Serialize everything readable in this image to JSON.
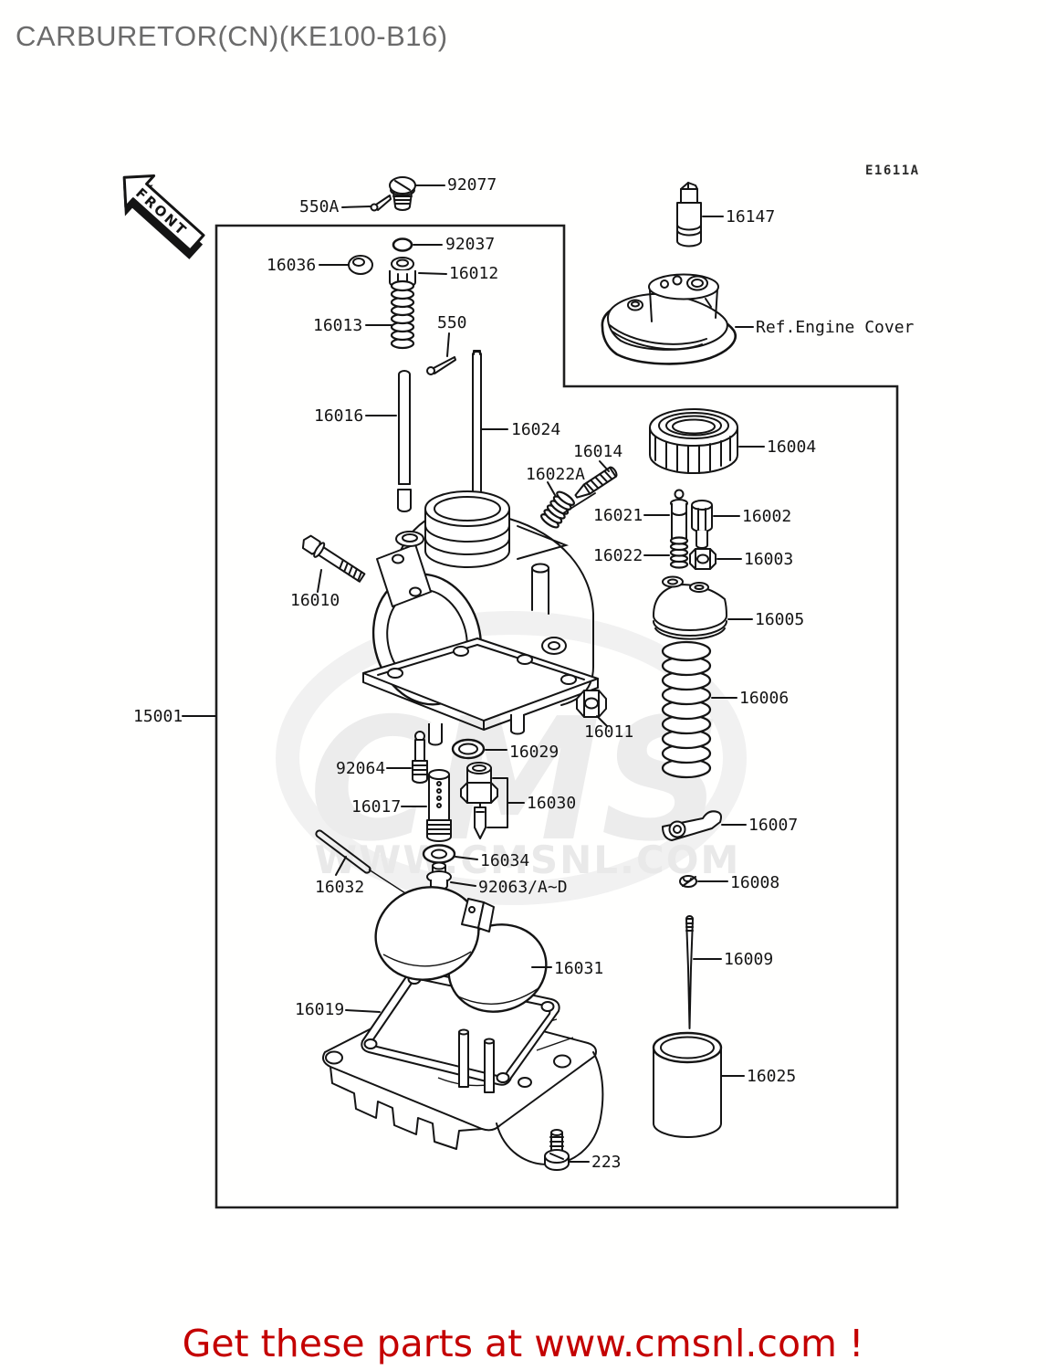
{
  "page": {
    "title": "CARBURETOR(CN)(KE100-B16)",
    "diagram_code": "E1611A",
    "front_label": "FRONT",
    "footer_text": "Get these parts at www.cmsnl.com !",
    "watermark_line1": "CMS",
    "watermark_line2": "WWW.CMSNL.COM",
    "colors": {
      "title": "#6b6b6b",
      "footer": "#c40000",
      "line_art": "#141414",
      "watermark": "#ececec",
      "background": "#ffffff"
    }
  },
  "labels": [
    {
      "text": "92077"
    },
    {
      "text": "550A"
    },
    {
      "text": "92037"
    },
    {
      "text": "16036"
    },
    {
      "text": "16012"
    },
    {
      "text": "16013"
    },
    {
      "text": "550"
    },
    {
      "text": "16016"
    },
    {
      "text": "16024"
    },
    {
      "text": "16014"
    },
    {
      "text": "16022A"
    },
    {
      "text": "16004"
    },
    {
      "text": "16021"
    },
    {
      "text": "16002"
    },
    {
      "text": "16022"
    },
    {
      "text": "16003"
    },
    {
      "text": "16005"
    },
    {
      "text": "16010"
    },
    {
      "text": "15001"
    },
    {
      "text": "16011"
    },
    {
      "text": "16029"
    },
    {
      "text": "92064"
    },
    {
      "text": "16017"
    },
    {
      "text": "16030"
    },
    {
      "text": "16034"
    },
    {
      "text": "16032"
    },
    {
      "text": "92063/A~D"
    },
    {
      "text": "16006"
    },
    {
      "text": "16007"
    },
    {
      "text": "16008"
    },
    {
      "text": "16009"
    },
    {
      "text": "16025"
    },
    {
      "text": "16031"
    },
    {
      "text": "16019"
    },
    {
      "text": "223"
    },
    {
      "text": "16147"
    },
    {
      "text": "Ref.Engine Cover"
    }
  ]
}
